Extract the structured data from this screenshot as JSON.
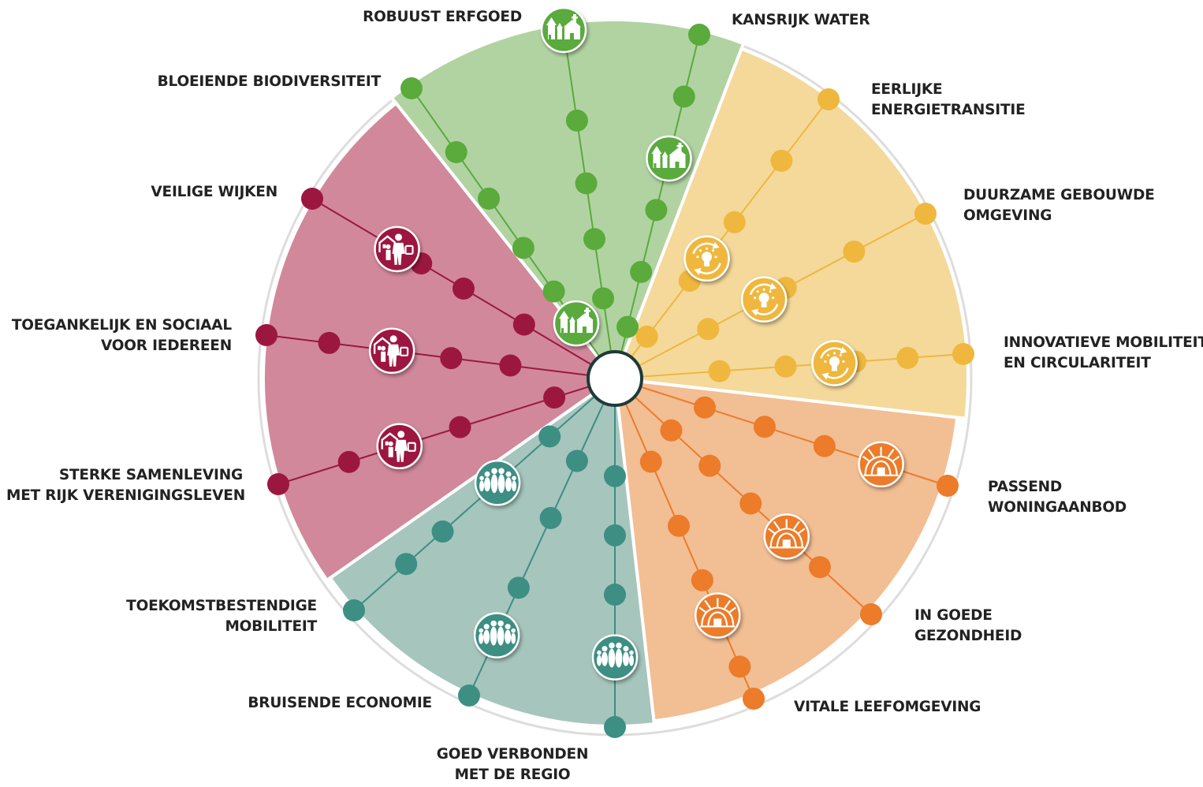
{
  "categories": [
    {
      "id": "erfgoed",
      "color": "#5aaa3c",
      "fill": "#b1d3a2",
      "icon": "heritage-icon"
    },
    {
      "id": "energie",
      "color": "#efb73e",
      "fill": "#f4d99b",
      "icon": "lightbulb-cycle-icon"
    },
    {
      "id": "leefomgeving",
      "color": "#ec7b2a",
      "fill": "#f2be93",
      "icon": "tent-icon"
    },
    {
      "id": "economie",
      "color": "#3d8e83",
      "fill": "#a6c5bd",
      "icon": "people-icon"
    },
    {
      "id": "samenleving",
      "color": "#9c1740",
      "fill": "#d1889b",
      "icon": "family-icon"
    }
  ],
  "spokes": [
    {
      "label": "ROBUUST ERFGOED",
      "category": "erfgoed"
    },
    {
      "label": "KANSRIJK WATER",
      "category": "erfgoed"
    },
    {
      "label": "BLOEIENDE BIODIVERSITEIT",
      "category": "erfgoed"
    },
    {
      "label": "EERLIJKE ENERGIETRANSITIE",
      "category": "energie"
    },
    {
      "label": "DUURZAME GEBOUWDE OMGEVING",
      "category": "energie"
    },
    {
      "label": "INNOVATIEVE MOBILITEIT EN CIRCULARITEIT",
      "category": "energie"
    },
    {
      "label": "PASSEND WONINGAANBOD",
      "category": "leefomgeving"
    },
    {
      "label": "IN GOEDE GEZONDHEID",
      "category": "leefomgeving"
    },
    {
      "label": "VITALE LEEFOMGEVING",
      "category": "leefomgeving"
    },
    {
      "label": "GOED VERBONDEN MET DE REGIO",
      "category": "economie"
    },
    {
      "label": "BRUISENDE ECONOMIE",
      "category": "economie"
    },
    {
      "label": "TOEKOMSTBESTENDIGE MOBILITEIT",
      "category": "economie"
    },
    {
      "label": "STERKE SAMENLEVING MET RIJK VERENIGINGSLEVEN",
      "category": "samenleving"
    },
    {
      "label": "TOEGANKELIJK EN SOCIAAL VOOR IEDEREEN",
      "category": "samenleving"
    },
    {
      "label": "VEILIGE WIJKEN",
      "category": "samenleving"
    }
  ],
  "labels": {
    "robuust": [
      "ROBUUST ERFGOED"
    ],
    "kansrijk": [
      "KANSRIJK WATER"
    ],
    "bloeiende": [
      "BLOEIENDE BIODIVERSITEIT"
    ],
    "eerlijke": [
      "EERLIJKE",
      "ENERGIETRANSITIE"
    ],
    "duurzame": [
      "DUURZAME GEBOUWDE",
      "OMGEVING"
    ],
    "innovatieve": [
      "INNOVATIEVE MOBILITEIT",
      "EN CIRCULARITEIT"
    ],
    "passend": [
      "PASSEND",
      "WONINGAANBOD"
    ],
    "gezondheid": [
      "IN GOEDE",
      "GEZONDHEID"
    ],
    "vitale": [
      "VITALE LEEFOMGEVING"
    ],
    "verbonden": [
      "GOED VERBONDEN",
      "MET DE REGIO"
    ],
    "bruisende": [
      "BRUISENDE ECONOMIE"
    ],
    "toekomst": [
      "TOEKOMSTBESTENDIGE",
      "MOBILITEIT"
    ],
    "sterke": [
      "STERKE SAMENLEVING",
      "MET RIJK VERENIGINGSLEVEN"
    ],
    "toegankelijk": [
      "TOEGANKELIJK EN SOCIAAL",
      "VOOR IEDEREEN"
    ],
    "veilige": [
      "VEILIGE WIJKEN"
    ]
  }
}
